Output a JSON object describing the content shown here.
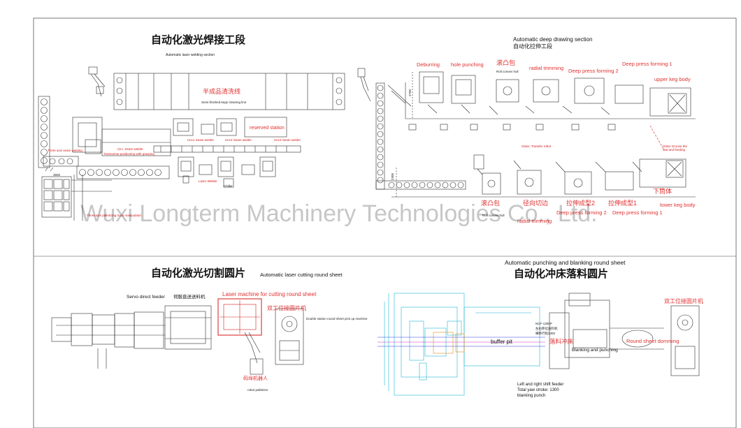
{
  "colors": {
    "line": "#2b2b2b",
    "accent_red": "#d41a1a",
    "cyan": "#1fb6d6",
    "blue": "#2a3bd6",
    "magenta": "#c92ab8",
    "orange": "#e08a1e"
  },
  "laser_welding": {
    "title_zh": "自动化激光焊接工段",
    "title_en": "Automatic laser welding section",
    "cleaning_zh": "半成品清洗线",
    "cleaning_en": "Semi-finished kegs cleaning line",
    "reserved": "reserved station",
    "label_1": "Unc1 Seam welder",
    "label_2": "Unc2 Seam welder",
    "label_3": "Unc3 Seam welder",
    "label_4": "Circ. Seam welder",
    "label_5": "Laser Welder",
    "label_6": "Chiller",
    "label_7": "Three axis seam welding",
    "label_8": "Transverse positioning with grasping",
    "label_9": "Three axis palletizing truss manipulator",
    "dim": "3500"
  },
  "deep_drawing": {
    "title_en": "Automatic deep drawing section",
    "title_zh": "自动化拉伸工段",
    "deburring": "Deburring",
    "hole_punching": "hole punching",
    "roll_zh": "滚凸包",
    "roll_en": "Roll convex hull",
    "radial_trimming": "radial trimming",
    "dpf2": "Deep press forming 2",
    "dpf1": "Deep press forming 1",
    "upper_keg": "upper keg body",
    "roll_zh_b": "滚凸包",
    "radial_zh_b": "径向切边",
    "dpf2_zh_b": "拉伸成型2",
    "dpf1_zh_b": "拉伸成型1",
    "lower_zh": "下筒体",
    "roll_en_b": "Roll convex hull",
    "radial_trimming_b": "radial trimming",
    "dpf2_b": "Deep press forming 2",
    "dpf1_b": "Deep press forming 1",
    "lower_keg": "lower keg body",
    "trans_robot": "Glass: Transfer robot",
    "side_label": "Glass Groove the stat and feeding",
    "dim_a": "2700",
    "dim_b": "2300"
  },
  "watermark": "Wuxi Longterm Machinery Technologies Co., Ltd.",
  "laser_cutting": {
    "title_zh": "自动化激光切割圆片",
    "title_en": "Automatic laser cutting round sheet",
    "servo_en": "Servo direct feeder",
    "servo_zh": "伺服直送送料机",
    "laser_machine": "Laser machine for cutting round sheet",
    "double_zh": "双工位接圆片机",
    "double_en": "Double station round sheet pick up machine",
    "robot_zh": "码垛机器人",
    "robot_en": "robot palletizer"
  },
  "punching": {
    "title_en": "Automatic punching and blanking round sheet",
    "title_zh": "自动化冲床落料圆片",
    "buffer": "buffer pit",
    "blanking_zh": "落料冲床",
    "blanking_en": "Blanking and punching",
    "round_sheet": "Round sheet domming",
    "double_zh": "双工位接圆片机",
    "press_1": "NCF-1300P",
    "press_2": "左右移位送料机",
    "press_3": "横移行程1300",
    "note_1": "Left and right shift feeder",
    "note_2": "Total yaw stroke: 1300",
    "note_3": "blanking punch"
  }
}
